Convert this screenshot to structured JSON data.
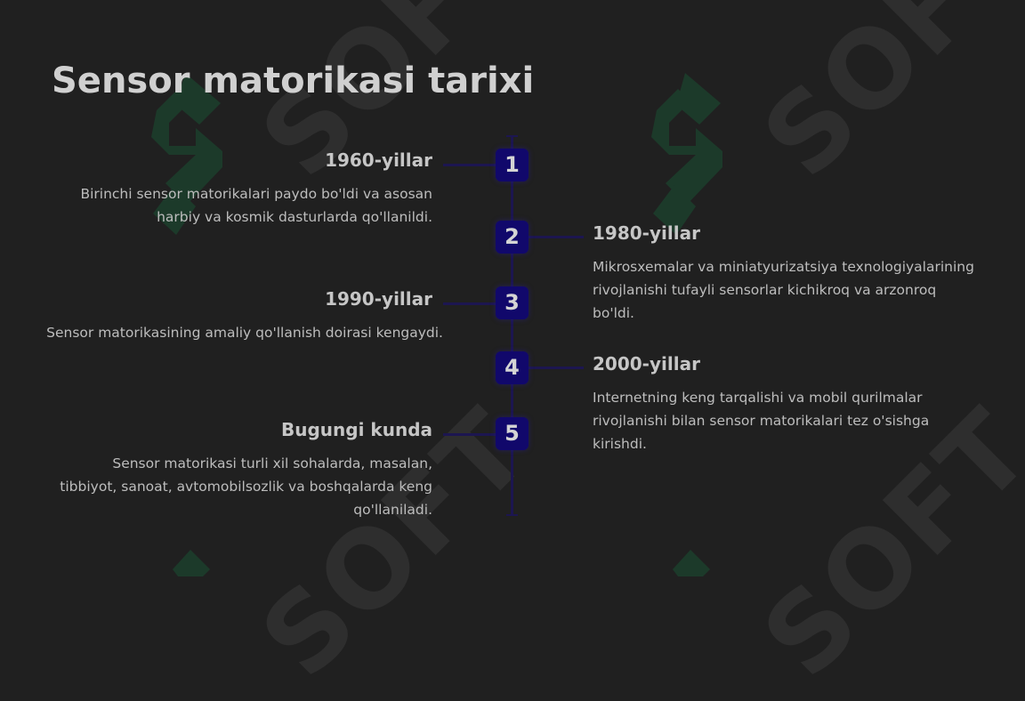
{
  "slide": {
    "title": "Sensor matorikasi tarixi"
  },
  "watermark": {
    "text": "SOFT",
    "logo_color": "#1c3a2a"
  },
  "timeline": {
    "accent_color": "#11086b",
    "items": [
      {
        "number": "1",
        "title": "1960-yillar",
        "description": "Birinchi sensor matorikalari paydo bo'ldi va asosan harbiy va kosmik dasturlarda qo'llanildi."
      },
      {
        "number": "2",
        "title": "1980-yillar",
        "description": "Mikrosxemalar va miniatyurizatsiya texnologiyalarining rivojlanishi tufayli sensorlar kichikroq va arzonroq bo'ldi."
      },
      {
        "number": "3",
        "title": "1990-yillar",
        "description": "Sensor matorikasining amaliy qo'llanish doirasi kengaydi."
      },
      {
        "number": "4",
        "title": "2000-yillar",
        "description": "Internetning keng tarqalishi va mobil qurilmalar rivojlanishi bilan sensor matorikalari tez o'sishga kirishdi."
      },
      {
        "number": "5",
        "title": "Bugungi kunda",
        "description": "Sensor matorikasi turli xil sohalarda, masalan, tibbiyot, sanoat, avtomobilsozlik va boshqalarda keng qo'llaniladi."
      }
    ]
  }
}
